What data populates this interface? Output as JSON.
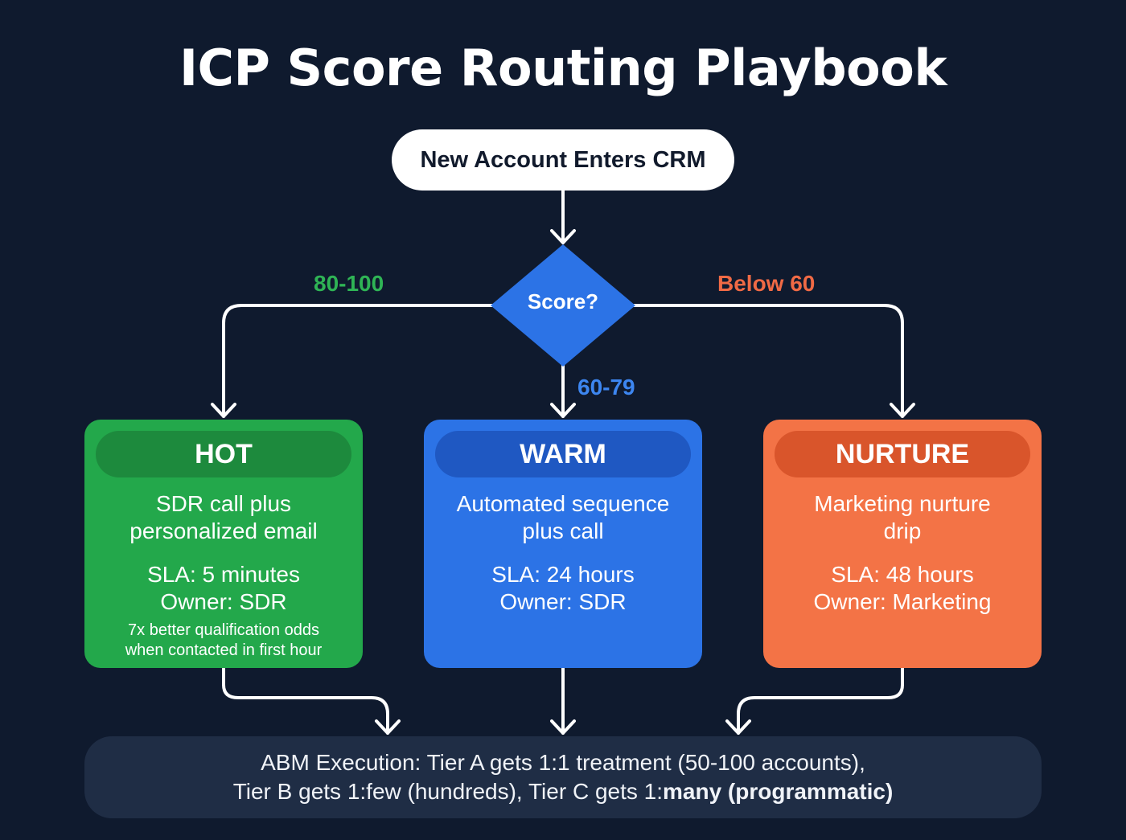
{
  "title": "ICP Score Routing Playbook",
  "start_node": "New Account Enters CRM",
  "decision": "Score?",
  "branches": {
    "hot": {
      "label": "80-100",
      "color": "#2fb455"
    },
    "warm": {
      "label": "60-79",
      "color": "#3d86f0"
    },
    "nurture": {
      "label": "Below 60",
      "color": "#f06a45"
    }
  },
  "cards": {
    "hot": {
      "tier": "HOT",
      "action": "SDR call plus personalized email",
      "sla": "SLA: 5 minutes",
      "owner": "Owner: SDR",
      "note": "7x better qualification odds when contacted in first hour"
    },
    "warm": {
      "tier": "WARM",
      "action": "Automated sequence plus call",
      "sla": "SLA: 24 hours",
      "owner": "Owner: SDR"
    },
    "nurture": {
      "tier": "NURTURE",
      "action": "Marketing nurture drip",
      "sla": "SLA: 48 hours",
      "owner": "Owner: Marketing"
    }
  },
  "abm": {
    "line1": "ABM Execution: Tier A gets 1:1 treatment (50-100 accounts),",
    "line2_regular": "Tier B gets 1:few (hundreds), Tier C gets 1:",
    "line2_bold": "many (programmatic)"
  },
  "colors": {
    "background": "#0f1a2e",
    "decision": "#2c73e6",
    "hot": "#23a84b",
    "warm": "#2c73e6",
    "nurture": "#f37346"
  }
}
